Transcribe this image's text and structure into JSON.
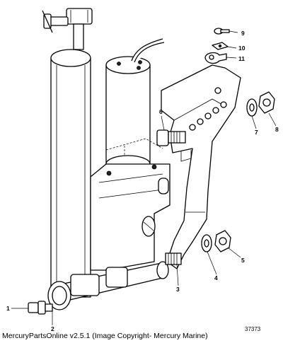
{
  "diagram": {
    "callouts": [
      {
        "id": "c1",
        "text": "1"
      },
      {
        "id": "c2",
        "text": "2"
      },
      {
        "id": "c3",
        "text": "3"
      },
      {
        "id": "c4",
        "text": "4"
      },
      {
        "id": "c5",
        "text": "5"
      },
      {
        "id": "c6",
        "text": "6"
      },
      {
        "id": "c7",
        "text": "7"
      },
      {
        "id": "c8",
        "text": "8"
      },
      {
        "id": "c9",
        "text": "9"
      },
      {
        "id": "c10",
        "text": "10"
      },
      {
        "id": "c11",
        "text": "11"
      }
    ],
    "figure_number": "37373"
  },
  "caption": "MercuryPartsOnline v2.5.1 (Image Copyright- Mercury Marine)"
}
